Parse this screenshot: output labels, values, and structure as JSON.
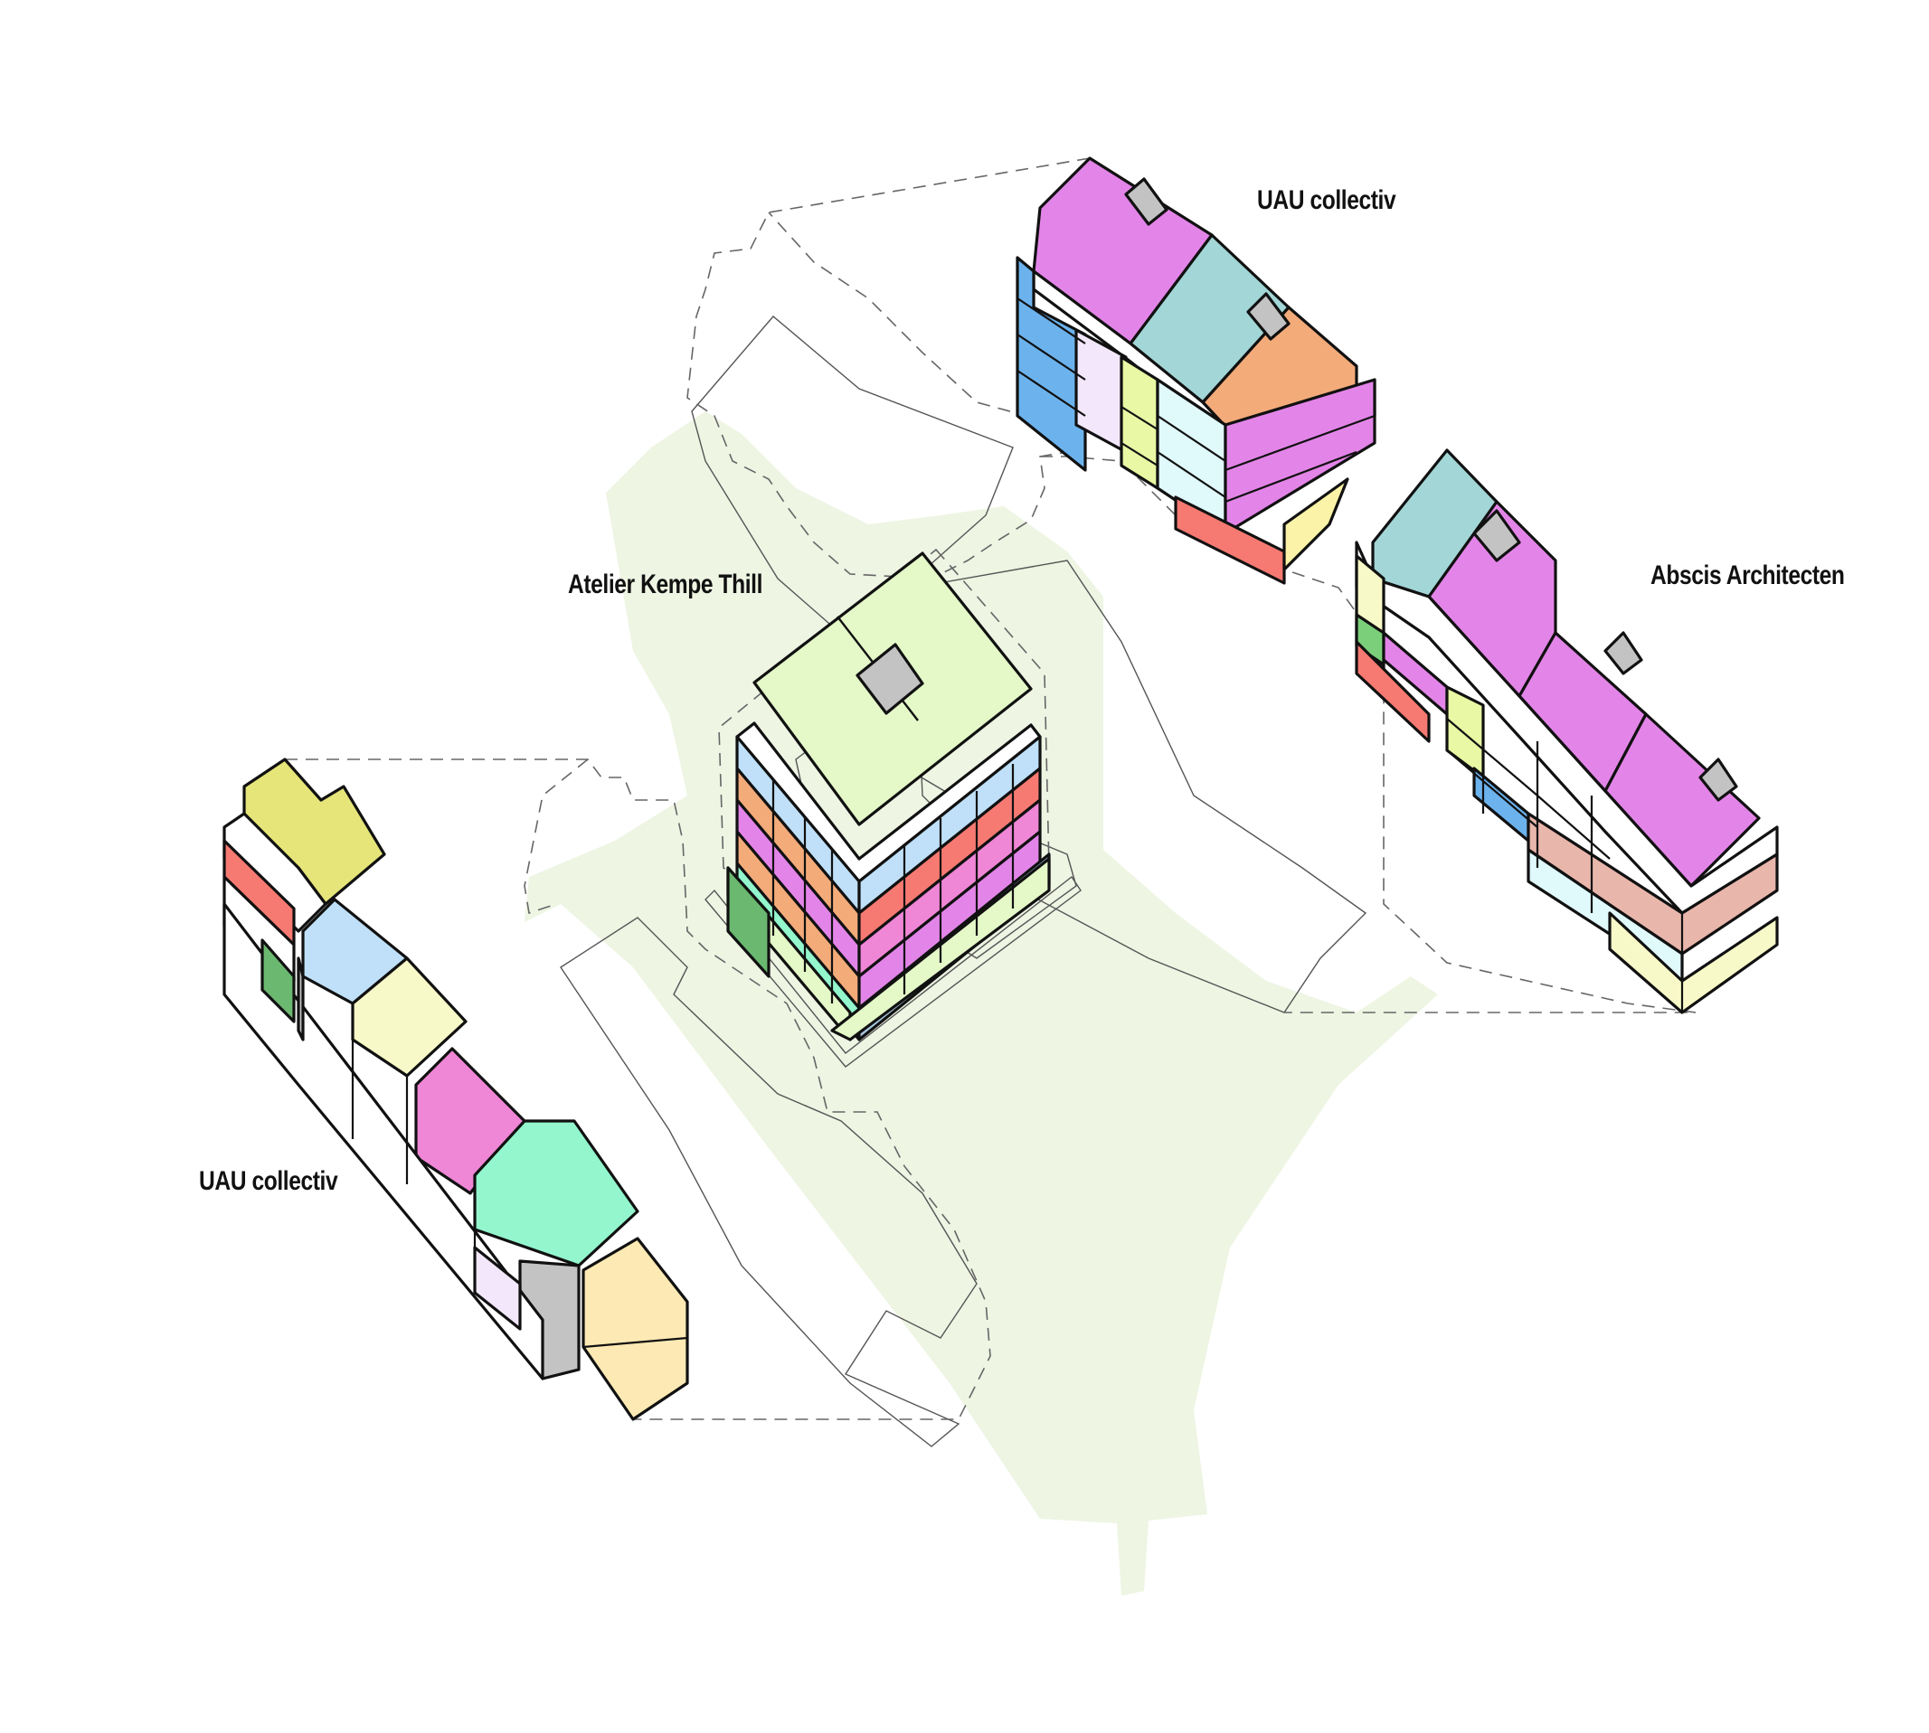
{
  "labels": {
    "top_right_left": "UAU collectiv",
    "center": "Atelier Kempe Thill",
    "right": "Abscis Architecten",
    "left": "UAU collectiv"
  },
  "colors": {
    "green_space": "#eef5e3",
    "magenta": "#e385e8",
    "teal": "#a3d6d6",
    "orange": "#f3ab7a",
    "blue": "#6cb3ee",
    "light_blue": "#bfe0f8",
    "pale_cyan": "#e0f9fb",
    "lavender": "#f2e7fb",
    "lime": "#e8f8a4",
    "pale_lime": "#e4f8c8",
    "pale_yellow": "#f8f9c8",
    "yellow": "#fbf3a7",
    "olive_yellow": "#e5e57a",
    "red": "#f67a72",
    "salmon": "#e9b6ac",
    "pink": "#ef86d6",
    "mint": "#93f6cd",
    "green": "#7ccf7a",
    "dark_green": "#6bb870",
    "tan": "#e1c99b",
    "steel_blue": "#a9c9e1",
    "grey": "#c3c3c3",
    "peach": "#fde9b4"
  }
}
